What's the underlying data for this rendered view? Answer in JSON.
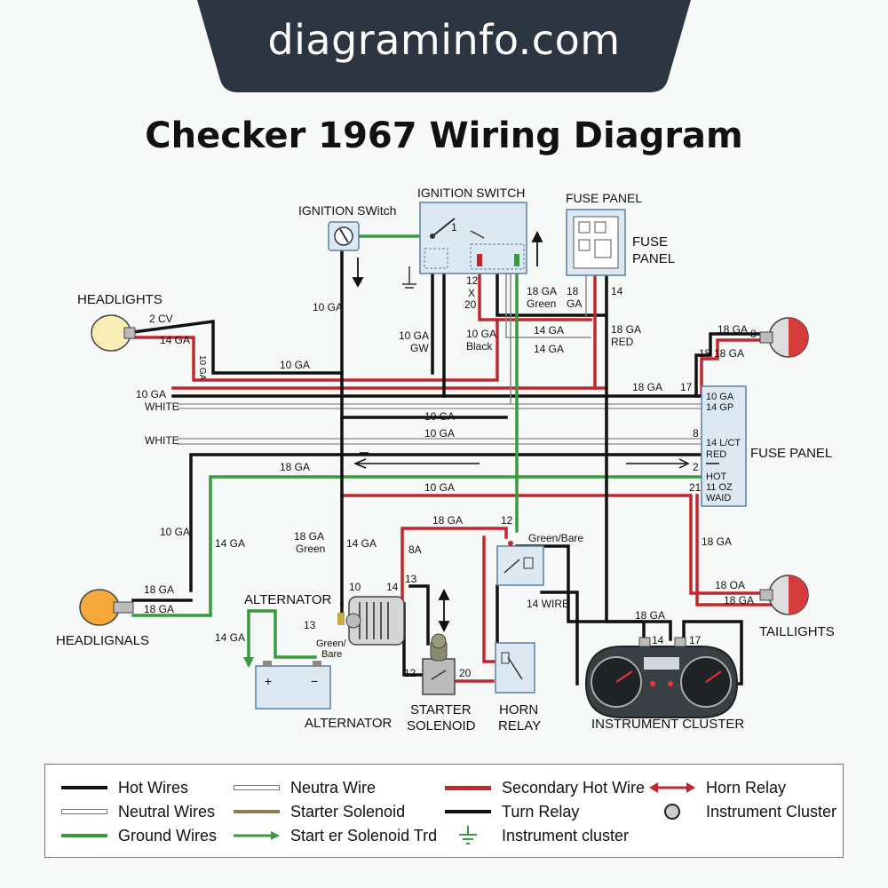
{
  "site_banner": "diagraminfo.com",
  "title": "Checker 1967 Wiring Diagram",
  "colors": {
    "hot": "#111111",
    "secondary_hot": "#c0282d",
    "ground": "#3a9a3e",
    "neutral": "#888888",
    "solenoid": "#8c7a50",
    "box_fill": "#dde9f2",
    "box_stroke": "#5a7fa0",
    "banner": "#2c3643"
  },
  "components": {
    "ignition_switch_small": "IGNITION SWitch",
    "ignition_switch_box": "IGNITION SWITCH",
    "fuse_panel_top_label": "FUSE PANEL",
    "fuse_panel_top_side_1": "FUSE",
    "fuse_panel_top_side_2": "PANEL",
    "fuse_panel_right": "FUSE PANEL",
    "headlights_top": "HEADLIGHTS",
    "headlights_bottom": "HEADLIGNALS",
    "taillights": "TAILLIGHTS",
    "alternator_top": "ALTERNATOR",
    "alternator_bottom": "ALTERNATOR",
    "starter_line1": "STARTER",
    "starter_line2": "SOLENOID",
    "horn_line1": "HORN",
    "horn_line2": "RELAY",
    "instrument_cluster": "INSTRUMENT CLUSTER"
  },
  "wire_labels": {
    "l_2cv": "2 CV",
    "l_14ga_hl": "14 GA",
    "l_10ga_hl": "10 GA",
    "l_10ga_left_wire": "10 GA",
    "l_10ga_ign": "10 GA",
    "l_10ga_gw_1": "10 GA",
    "l_10ga_gw_2": "GW",
    "l_12x20_1": "12",
    "l_12x20_2": "X",
    "l_12x20_3": "20",
    "l_10ga_black_1": "10 GA",
    "l_10ga_black_2": "Black",
    "l_18ga_green_top_1": "18 GA",
    "l_18ga_green_top_2": "Green",
    "l_18ga_fp_1": "18",
    "l_18ga_fp_2": "GA",
    "l_14_fp": "14",
    "l_14ga_mid_1": "14 GA",
    "l_14ga_mid_2": "14 GA",
    "l_18ga_red_1": "18 GA",
    "l_18ga_red_2": "RED",
    "l_10ga_white_1": "10 GA",
    "l_10ga_white_2": "WHITE",
    "l_18ga_bus": "18 GA",
    "l_17_bus": "17",
    "l_10ga_bus2": "10 GA",
    "l_10ga_bus3": "10 GA",
    "l_white": "WHITE",
    "l_18ga_bus5": "18 GA",
    "l_10ga_bus7": "10 GA",
    "l_10ga_left_drop": "10 GA",
    "l_14ga_left_drop": "14 GA",
    "l_18ga_green_mid_1": "18 GA",
    "l_18ga_green_mid_2": "Green",
    "l_14ga_mid3": "14 GA",
    "l_18ga_hlb_1": "18 GA",
    "l_18ga_hlb_2": "18 GA",
    "l_14ga_alt": "14 GA",
    "l_10_alt": "10",
    "l_13_alt": "13",
    "l_14_alt": "14",
    "l_13_sol": "13",
    "l_12_sol": "12",
    "l_20_sol": "20",
    "l_18ga_sol": "18 GA",
    "l_8a": "8A",
    "l_12_green": "12",
    "l_green_bare": "Green/Bare",
    "l_green_bare_alt_1": "Green/",
    "l_green_bare_alt_2": "Bare",
    "l_14_wire": "14 WIRE",
    "l_18ga_ic": "18 GA",
    "l_14_ic": "14",
    "l_17_ic": "17",
    "l_18ga_tl_top_1": "18 GA",
    "l_18ga_tl_top_2": "18",
    "l_18ga_tl_top_3": "18 GA",
    "l_18ga_tl_r": "18 GA",
    "l_18oa_tl": "18 OA",
    "l_18ga_tl_b": "18 GA",
    "l_8_fp": "8",
    "l_2_fp": "2",
    "l_21_fp": "21",
    "l_1_ign": "1",
    "l_8_tl": "8"
  },
  "fuse_panel_text": [
    "10 GA",
    "14 GP",
    "14 L/CT",
    "RED",
    "HOT",
    "11 OZ",
    "WAID"
  ],
  "legend": [
    {
      "label": "Hot Wires",
      "swatch": "hot"
    },
    {
      "label": "Neutral Wires",
      "swatch": "neutral"
    },
    {
      "label": "Ground Wires",
      "swatch": "ground"
    },
    {
      "label": "Neutra Wire",
      "swatch": "neutral"
    },
    {
      "label": "Starter Solenoid",
      "swatch": "solenoid"
    },
    {
      "label": "Start er Solenoid Trd",
      "swatch": "ground-arrow"
    },
    {
      "label": "Secondary Hot Wire",
      "swatch": "secondary_hot"
    },
    {
      "label": "Turn Relay",
      "swatch": "hot"
    },
    {
      "label": "Instrument cluster",
      "swatch": "ground-symbol"
    },
    {
      "label": "Horn Relay",
      "swatch": "double-arrow"
    },
    {
      "label": "Instrument Cluster",
      "swatch": "circle"
    }
  ]
}
